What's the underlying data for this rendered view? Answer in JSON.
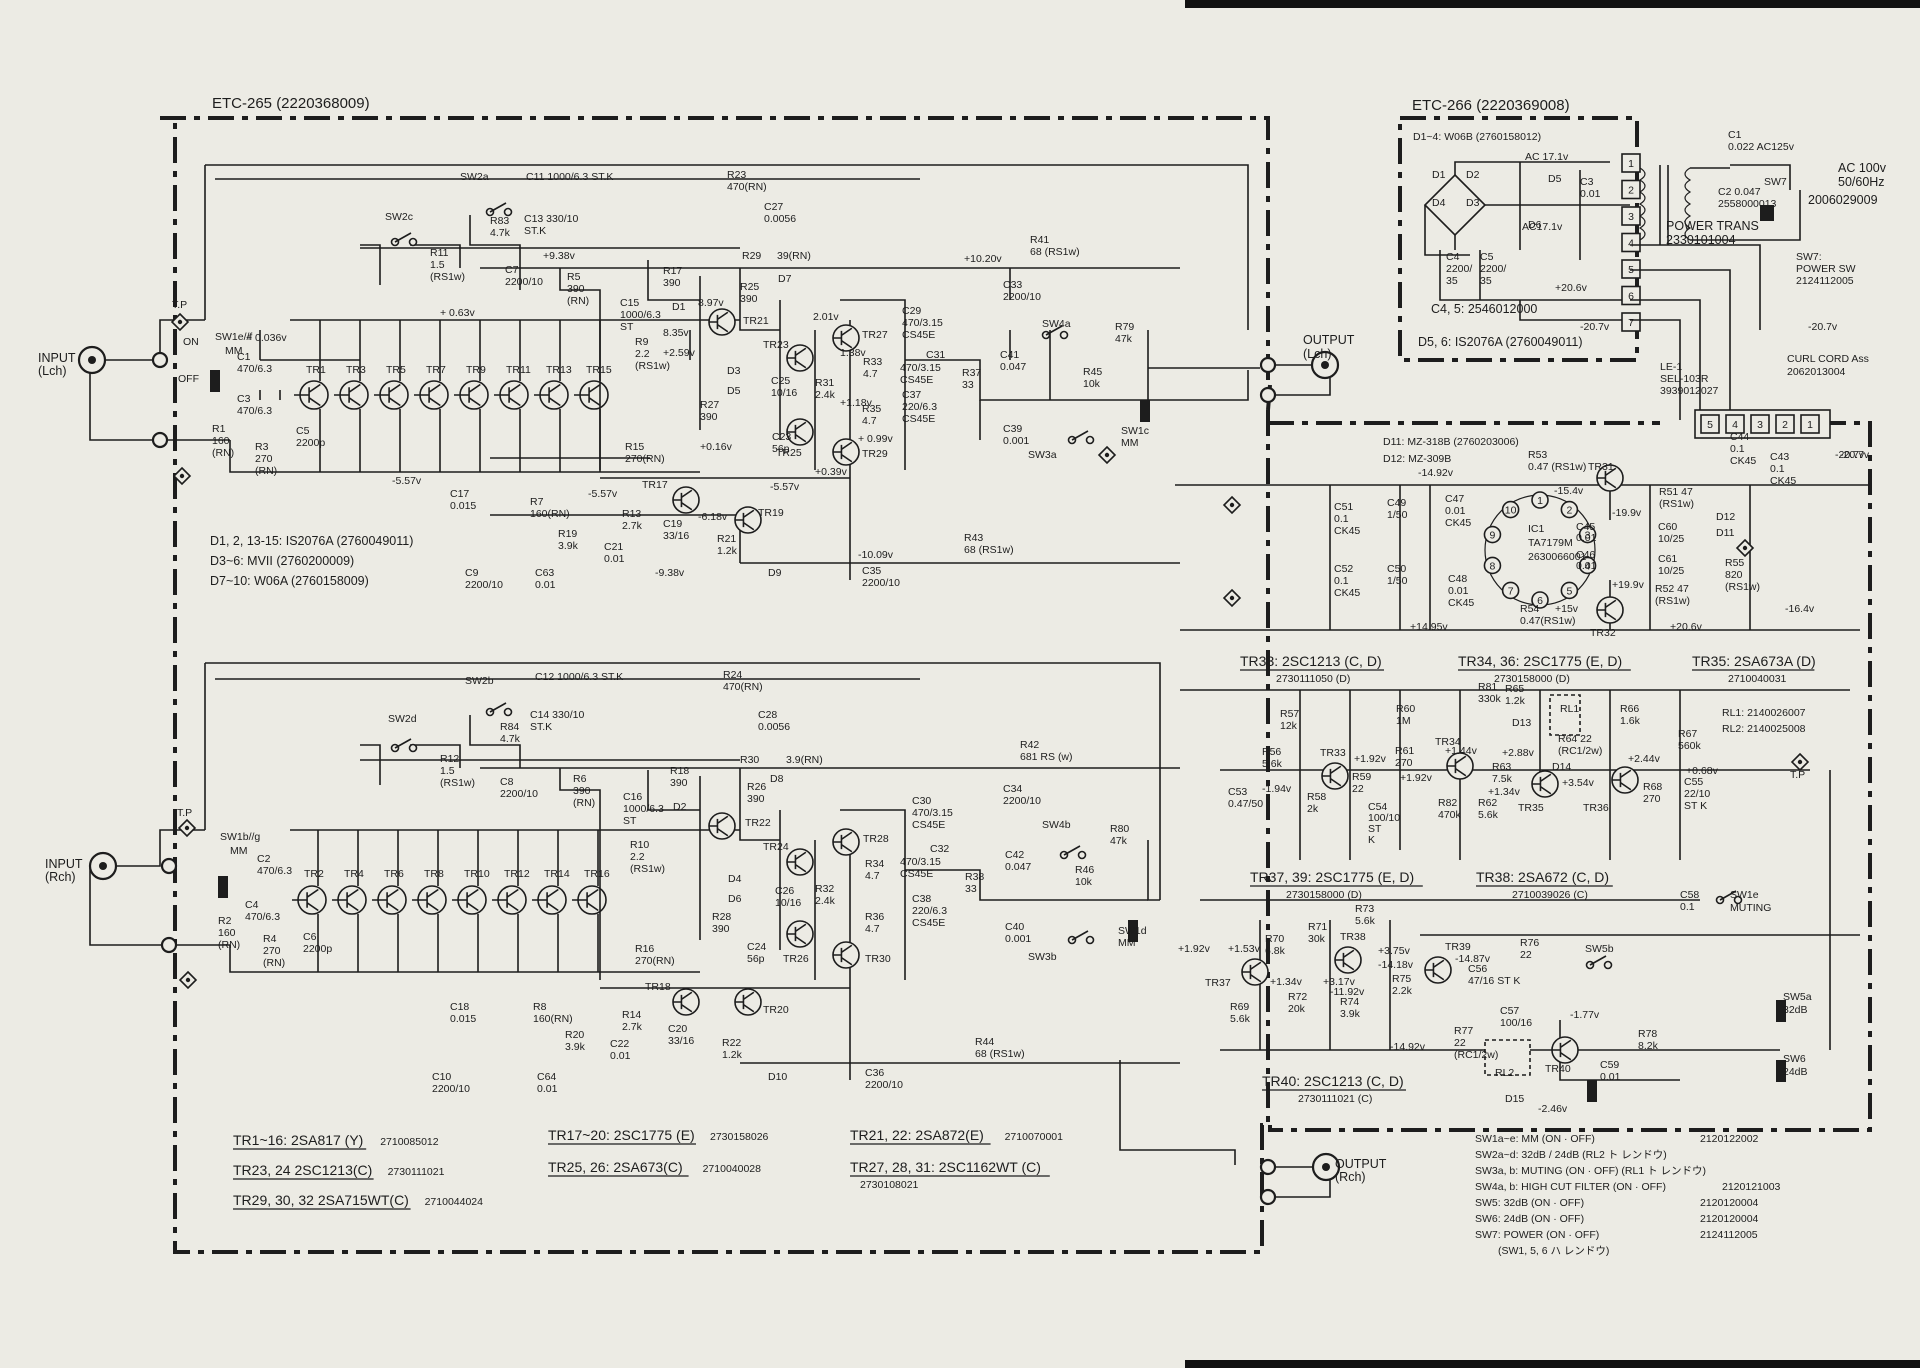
{
  "boards": {
    "etc265": "ETC-265 (2220368009)",
    "etc266": "ETC-266 (2220369008)"
  },
  "connectors": {
    "input_l": [
      "INPUT",
      "(Lch)"
    ],
    "input_r": [
      "INPUT",
      "(Rch)"
    ],
    "output_l": [
      "OUTPUT",
      "(Lch)"
    ],
    "output_r": [
      "OUTPUT",
      "(Rch)"
    ],
    "ac": [
      "AC 100v",
      "50/60Hz"
    ],
    "ac_code": "2006029009",
    "power_trans": [
      "POWER TRANS",
      "2330101004"
    ],
    "curl_cord": [
      "CURL CORD Ass",
      "2062013004"
    ],
    "le1": [
      "LE-1",
      "SEL-103R",
      "3939012027"
    ],
    "sw7": [
      "SW7:",
      "POWER SW",
      "2124112005"
    ],
    "pins_right": [
      "5",
      "4",
      "3",
      "2",
      "1"
    ],
    "pins_trans": [
      "1",
      "2",
      "3",
      "4",
      "5",
      "6",
      "7"
    ]
  },
  "notes_left": [
    "D1, 2, 13-15: IS2076A (2760049011)",
    "D3~6: MVII (2760200009)",
    "D7~10: W06A (2760158009)"
  ],
  "notes_psu": [
    "D1~4: W06B (2760158012)",
    "C4, 5: 2546012000",
    "D5, 6: IS2076A (2760049011)",
    "D11: MZ-318B (2760203006)",
    "D12: MZ-309B"
  ],
  "psu_values": {
    "c1": [
      "C1",
      "0.022 AC125v"
    ],
    "c2": [
      "C2 0.047",
      "2558000013"
    ],
    "ac171a": "AC 17.1v",
    "ac171b": "AC17.1v",
    "c3": [
      "C3",
      "0.01"
    ],
    "c4": [
      "C4",
      "2200/",
      "35"
    ],
    "c5": [
      "C5",
      "2200/",
      "35"
    ],
    "p206": "+20.6v",
    "m207": "-20.7v",
    "m207b": "-20.7v",
    "m207c": "-20.7v",
    "d1": "D1",
    "d2": "D2",
    "d3": "D3",
    "d4": "D4",
    "d5": "D5",
    "d6": "D6",
    "sw7s": "SW7"
  },
  "regulator": {
    "ic1": [
      "IC1",
      "TA7179M",
      "2630066001"
    ],
    "tr31": "TR31",
    "tr32": "TR32",
    "r53": [
      "R53",
      "0.47 (RS1w)"
    ],
    "r54": [
      "R54",
      "0.47(RS1w)"
    ],
    "r51": [
      "R51 47",
      "(RS1w)"
    ],
    "r52": [
      "R52 47",
      "(RS1w)"
    ],
    "r55": [
      "R55",
      "820",
      "(RS1w)"
    ],
    "c44": [
      "C44",
      "0.1",
      "CK45"
    ],
    "c43": [
      "C43",
      "0.1",
      "CK45"
    ],
    "c45": [
      "C45",
      "0.01"
    ],
    "c46": [
      "C46",
      "0.01"
    ],
    "c47": [
      "C47",
      "0.01",
      "CK45"
    ],
    "c48": [
      "C48",
      "0.01",
      "CK45"
    ],
    "c49": [
      "C49",
      "1/50"
    ],
    "c50": [
      "C50",
      "1/50"
    ],
    "c51": [
      "C51",
      "0.1",
      "CK45"
    ],
    "c52": [
      "C52",
      "0.1",
      "CK45"
    ],
    "c60": [
      "C60",
      "10/25"
    ],
    "c61": [
      "C61",
      "10/25"
    ],
    "d11": "D11",
    "d12": "D12",
    "v1": "-14.92v",
    "v2": "-15.4v",
    "v3": "-19.9v",
    "v4": "+19.9v",
    "v5": "+15v",
    "v6": "+14.95v",
    "v7": "+20.6v",
    "v8": "-16.4v",
    "v9": "-20.7v",
    "pins": [
      "1",
      "2",
      "3",
      "4",
      "5",
      "6",
      "7",
      "8",
      "9",
      "10"
    ]
  },
  "lch": {
    "sw2a": "SW2a",
    "sw2c": "SW2c",
    "sw1af": "SW1e//f",
    "mm": "MM",
    "on": "ON",
    "off": "OFF",
    "tp": "T.P",
    "c11": "C11 1000/6.3 ST.K",
    "c13": [
      "C13 330/10",
      "ST.K"
    ],
    "r83": [
      "R83",
      "4.7k"
    ],
    "r23": [
      "R23",
      "470(RN)"
    ],
    "c27": [
      "C27",
      "0.0056"
    ],
    "r29": "R29",
    "r29v": "39(RN)",
    "d7": "D7",
    "r11": [
      "R11",
      "1.5",
      "(RS1w)"
    ],
    "c7": [
      "C7",
      "2200/10"
    ],
    "v938": "+9.38v",
    "r5": [
      "R5",
      "390",
      "(RN)"
    ],
    "c15": [
      "C15",
      "1000/6.3",
      "ST"
    ],
    "v835": "8.35v",
    "r9": [
      "R9",
      "2.2",
      "(RS1w)"
    ],
    "r17": [
      "R17",
      "390"
    ],
    "d1": "D1",
    "v897": "8.97v",
    "r25": [
      "R25",
      "390"
    ],
    "tr21": "TR21",
    "v259": "+2.59v",
    "d3": "D3",
    "d5": "D5",
    "r27": [
      "R27",
      "390"
    ],
    "v016": "+0.16v",
    "c25": [
      "C25",
      "10/16"
    ],
    "tr23": "TR23",
    "c23": [
      "C23",
      "56p"
    ],
    "tr25": "TR25",
    "r31": [
      "R31",
      "2.4k"
    ],
    "v201": "2.01v",
    "tr27": "TR27",
    "v138": "1.38v",
    "r33": [
      "R33",
      "4.7"
    ],
    "v118": "+1.18v",
    "r35": [
      "R35",
      "4.7"
    ],
    "v099": "+ 0.99v",
    "tr29": "TR29",
    "v039": "+0.39v",
    "c29": [
      "C29",
      "470/3.15",
      "CS45E"
    ],
    "c31": "C31",
    "c31v": [
      "470/3.15",
      "CS45E"
    ],
    "c37": [
      "C37",
      "220/6.3",
      "CS45E"
    ],
    "r37": [
      "R37",
      "33"
    ],
    "v1020": "+10.20v",
    "c33": [
      "C33",
      "2200/10"
    ],
    "r41": [
      "R41",
      "68 (RS1w)"
    ],
    "sw4a": "SW4a",
    "c41": [
      "C41",
      "0.047"
    ],
    "r45": [
      "R45",
      "10k"
    ],
    "c39": [
      "C39",
      "0.001"
    ],
    "sw3a": "SW3a",
    "r79": [
      "R79",
      "47k"
    ],
    "sw1c": [
      "SW1c",
      "MM"
    ],
    "v063": "+ 0.63v",
    "v0036": "+ 0.036v",
    "trs": [
      "TR1",
      "TR3",
      "TR5",
      "TR7",
      "TR9",
      "TR11",
      "TR13",
      "TR15"
    ],
    "c1": [
      "C1",
      "470/6.3"
    ],
    "c3": [
      "C3",
      "470/6.3"
    ],
    "r1": [
      "R1",
      "160",
      "(RN)"
    ],
    "r3": [
      "R3",
      "270",
      "(RN)"
    ],
    "c5": [
      "C5",
      "2200p"
    ],
    "v557": "-5.57v",
    "r15": [
      "R15",
      "270(RN)"
    ],
    "v557b": "-5.57v",
    "tr17": "TR17",
    "v618": "-6.18v",
    "tr19": "TR19",
    "v557c": "-5.57v",
    "c17": [
      "C17",
      "0.015"
    ],
    "r7": [
      "R7",
      "160(RN)"
    ],
    "r19": [
      "R19",
      "3.9k"
    ],
    "r13": [
      "R13",
      "2.7k"
    ],
    "c21": [
      "C21",
      "0.01"
    ],
    "c19": [
      "C19",
      "33/16"
    ],
    "r21": [
      "R21",
      "1.2k"
    ],
    "v938b": "-9.38v",
    "d9": "D9",
    "v1009": "-10.09v",
    "r43": [
      "R43",
      "68 (RS1w)"
    ],
    "c35": [
      "C35",
      "2200/10"
    ],
    "c9": [
      "C9",
      "2200/10"
    ],
    "c63": [
      "C63",
      "0.01"
    ]
  },
  "rch": {
    "sw2b": "SW2b",
    "sw2d": "SW2d",
    "sw1bg": "SW1b//g",
    "mm": "MM",
    "tp": "T.P",
    "c12": "C12 1000/6.3 ST.K",
    "c14": [
      "C14 330/10",
      "ST.K"
    ],
    "r84": [
      "R84",
      "4.7k"
    ],
    "r24": [
      "R24",
      "470(RN)"
    ],
    "c28": [
      "C28",
      "0.0056"
    ],
    "r30": "R30",
    "r30v": "3.9(RN)",
    "d8": "D8",
    "r12": [
      "R12",
      "1.5",
      "(RS1w)"
    ],
    "c8": [
      "C8",
      "2200/10"
    ],
    "r6": [
      "R6",
      "390",
      "(RN)"
    ],
    "c16": [
      "C16",
      "1000/6.3",
      "ST"
    ],
    "r10": [
      "R10",
      "2.2",
      "(RS1w)"
    ],
    "r18": [
      "R18",
      "390"
    ],
    "d2": "D2",
    "r26": [
      "R26",
      "390"
    ],
    "tr22": "TR22",
    "d4": "D4",
    "d6": "D6",
    "r28": [
      "R28",
      "390"
    ],
    "tr24": "TR24",
    "c26": [
      "C26",
      "10/16"
    ],
    "c24": [
      "C24",
      "56p"
    ],
    "tr26": "TR26",
    "r32": [
      "R32",
      "2.4k"
    ],
    "tr28": "TR28",
    "r34": [
      "R34",
      "4.7"
    ],
    "r36": [
      "R36",
      "4.7"
    ],
    "tr30": "TR30",
    "c30": [
      "C30",
      "470/3.15",
      "CS45E"
    ],
    "c32": "C32",
    "c32v": [
      "470/3.15",
      "CS45E"
    ],
    "c38": [
      "C38",
      "220/6.3",
      "CS45E"
    ],
    "r38": [
      "R38",
      "33"
    ],
    "r42": [
      "R42",
      "681 RS (w)"
    ],
    "c34": [
      "C34",
      "2200/10"
    ],
    "sw4b": "SW4b",
    "c42": [
      "C42",
      "0.047"
    ],
    "r46": [
      "R46",
      "10k"
    ],
    "c40": [
      "C40",
      "0.001"
    ],
    "sw3b": "SW3b",
    "r80": [
      "R80",
      "47k"
    ],
    "sw1d": [
      "SW1d",
      "MM"
    ],
    "trs": [
      "TR2",
      "TR4",
      "TR6",
      "TR8",
      "TR10",
      "TR12",
      "TR14",
      "TR16"
    ],
    "c2": [
      "C2",
      "470/6.3"
    ],
    "c4": [
      "C4",
      "470/6.3"
    ],
    "r2": [
      "R2",
      "160",
      "(RN)"
    ],
    "r4": [
      "R4",
      "270",
      "(RN)"
    ],
    "c6": [
      "C6",
      "2200p"
    ],
    "r16": [
      "R16",
      "270(RN)"
    ],
    "tr18": "TR18",
    "tr20": "TR20",
    "c18": [
      "C18",
      "0.015"
    ],
    "r8": [
      "R8",
      "160(RN)"
    ],
    "r20": [
      "R20",
      "3.9k"
    ],
    "r14": [
      "R14",
      "2.7k"
    ],
    "c22": [
      "C22",
      "0.01"
    ],
    "c20": [
      "C20",
      "33/16"
    ],
    "r22": [
      "R22",
      "1.2k"
    ],
    "d10": "D10",
    "r44": [
      "R44",
      "68 (RS1w)"
    ],
    "c36": [
      "C36",
      "2200/10"
    ],
    "c10": [
      "C10",
      "2200/10"
    ],
    "c64": [
      "C64",
      "0.01"
    ]
  },
  "parts_left": [
    {
      "name": "TR1~16: 2SA817 (Y)",
      "code": "2710085012"
    },
    {
      "name": "TR23, 24 2SC1213(C)",
      "code": "2730111021"
    },
    {
      "name": "TR29, 30, 32 2SA715WT(C)",
      "code": "2710044024"
    },
    {
      "name": "TR17~20: 2SC1775 (E)",
      "code": "2730158026"
    },
    {
      "name": "TR25, 26: 2SA673(C)",
      "code": "2710040028"
    },
    {
      "name": "TR21, 22: 2SA872(E)",
      "code": "2710070001"
    },
    {
      "name": "TR27, 28, 31: 2SC1162WT (C)",
      "code": "2730108021"
    }
  ],
  "parts_right": [
    {
      "name": "TR33: 2SC1213 (C, D)",
      "code": "2730111050 (D)"
    },
    {
      "name": "TR34, 36: 2SC1775 (E, D)",
      "code": "2730158000 (D)"
    },
    {
      "name": "TR35: 2SA673A (D)",
      "code": "2710040031"
    },
    {
      "name": "TR37, 39: 2SC1775 (E, D)",
      "code": "2730158000 (D)"
    },
    {
      "name": "TR38: 2SA672 (C, D)",
      "code": "2710039026 (C)"
    },
    {
      "name": "TR40: 2SC1213 (C, D)",
      "code": "2730111021 (C)"
    }
  ],
  "relay_codes": [
    "RL1: 2140026007",
    "RL2: 2140025008"
  ],
  "mute": {
    "r57": [
      "R57",
      "12k"
    ],
    "r60": [
      "R60",
      "1M"
    ],
    "r65": [
      "R65",
      "1.2k"
    ],
    "rl1": "RL1",
    "r66": [
      "R66",
      "1.6k"
    ],
    "r67": [
      "R67",
      "560k"
    ],
    "r56": [
      "R56",
      "5.6k"
    ],
    "tr33": "TR33",
    "r61": [
      "R61",
      "270"
    ],
    "r81": [
      "R81",
      "330k"
    ],
    "tr34": "TR34",
    "d13": "D13",
    "r64": [
      "R64 22",
      "(RC1/2w)"
    ],
    "d14": "D14",
    "r59": [
      "R59",
      "22"
    ],
    "r63": [
      "R63",
      "7.5k"
    ],
    "tr35": "TR35",
    "tr36": "TR36",
    "r68": [
      "R68",
      "270"
    ],
    "c53": [
      "C53",
      "0.47/50"
    ],
    "r58": [
      "R58",
      "2k"
    ],
    "c54": [
      "C54",
      "100/10",
      "ST",
      "K"
    ],
    "r82": [
      "R82",
      "470k"
    ],
    "r62": [
      "R62",
      "5.6k"
    ],
    "c55": [
      "C55",
      "22/10",
      "ST K"
    ],
    "v1": "-1.94v",
    "v2": "+1.92v",
    "v3": "+1.92v",
    "v4": "+1.44v",
    "v5": "+2.88v",
    "v6": "+3.54v",
    "v7": "+2.44v",
    "v8": "+1.34v",
    "v9": "+0.68v",
    "c58": [
      "C58",
      "0.1"
    ],
    "sw1e": [
      "SW1e",
      "MUTING"
    ],
    "r70": [
      "R70",
      "6.8k"
    ],
    "r71": [
      "R71",
      "30k"
    ],
    "r73": [
      "R73",
      "5.6k"
    ],
    "tr38": "TR38",
    "tr39": "TR39",
    "r76": [
      "R76",
      "22"
    ],
    "sw5b": "SW5b",
    "tr37": "TR37",
    "r69": [
      "R69",
      "5.6k"
    ],
    "r72": [
      "R72",
      "20k"
    ],
    "r74": [
      "R74",
      "3.9k"
    ],
    "r75": [
      "R75",
      "2.2k"
    ],
    "c56": [
      "C56",
      "47/16 ST K"
    ],
    "c57": [
      "C57",
      "100/16"
    ],
    "r77": [
      "R77",
      "22",
      "(RC1/2w)"
    ],
    "rl2": "RL2",
    "d15": "D15",
    "tr40": "TR40",
    "c59": [
      "C59",
      "0.01"
    ],
    "r78": [
      "R78",
      "8.2k"
    ],
    "sw5a": [
      "SW5a",
      "32dB"
    ],
    "sw6": [
      "SW6",
      "24dB"
    ],
    "w1": "+1.92v",
    "w2": "+1.53v",
    "w3": "+1.34v",
    "w4": "+3.17v",
    "w5": "-11.92v",
    "w6": "+3.75v",
    "w7": "-14.18v",
    "w8": "-14.87v",
    "w9": "-1.77v",
    "w10": "-14.92v",
    "w11": "-2.46v",
    "tp": "T.P"
  },
  "sw_list": [
    {
      "name": "SW1a~e: MM (ON · OFF)",
      "code": "2120122002"
    },
    {
      "name": "SW2a~d: 32dB / 24dB (RL2 ト レンドウ)",
      "code": ""
    },
    {
      "name": "SW3a, b: MUTING (ON · OFF) (RL1 ト レンドウ)",
      "code": ""
    },
    {
      "name": "SW4a, b: HIGH CUT FILTER (ON · OFF)",
      "code": "2120121003"
    },
    {
      "name": "SW5: 32dB (ON · OFF)",
      "code": "2120120004"
    },
    {
      "name": "SW6: 24dB (ON · OFF)",
      "code": "2120120004"
    },
    {
      "name": "SW7: POWER (ON · OFF)",
      "code": "2124112005"
    },
    {
      "name": "(SW1, 5, 6 ハ レンドウ)",
      "code": ""
    }
  ]
}
